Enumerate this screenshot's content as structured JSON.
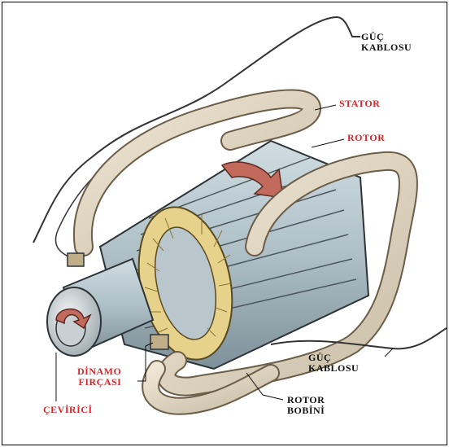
{
  "labels": {
    "power_cable_top": [
      "GÜÇ",
      "KABLOSU"
    ],
    "stator": "STATOR",
    "rotor": "ROTOR",
    "power_cable_bottom": [
      "GÜÇ",
      "KABLOSU"
    ],
    "dynamo_brush": [
      "DİNAMO",
      "FIRÇASI"
    ],
    "commutator": "ÇEVİRİCİ",
    "rotor_coil": [
      "ROTOR",
      "BOBİNİ"
    ]
  },
  "colors": {
    "red_label": "#d8262a",
    "black_label": "#111111",
    "cable": "#e2d8c5",
    "metal": "#aebfc6",
    "coil": "#e6d28a",
    "arrow": "#c26a5c"
  }
}
